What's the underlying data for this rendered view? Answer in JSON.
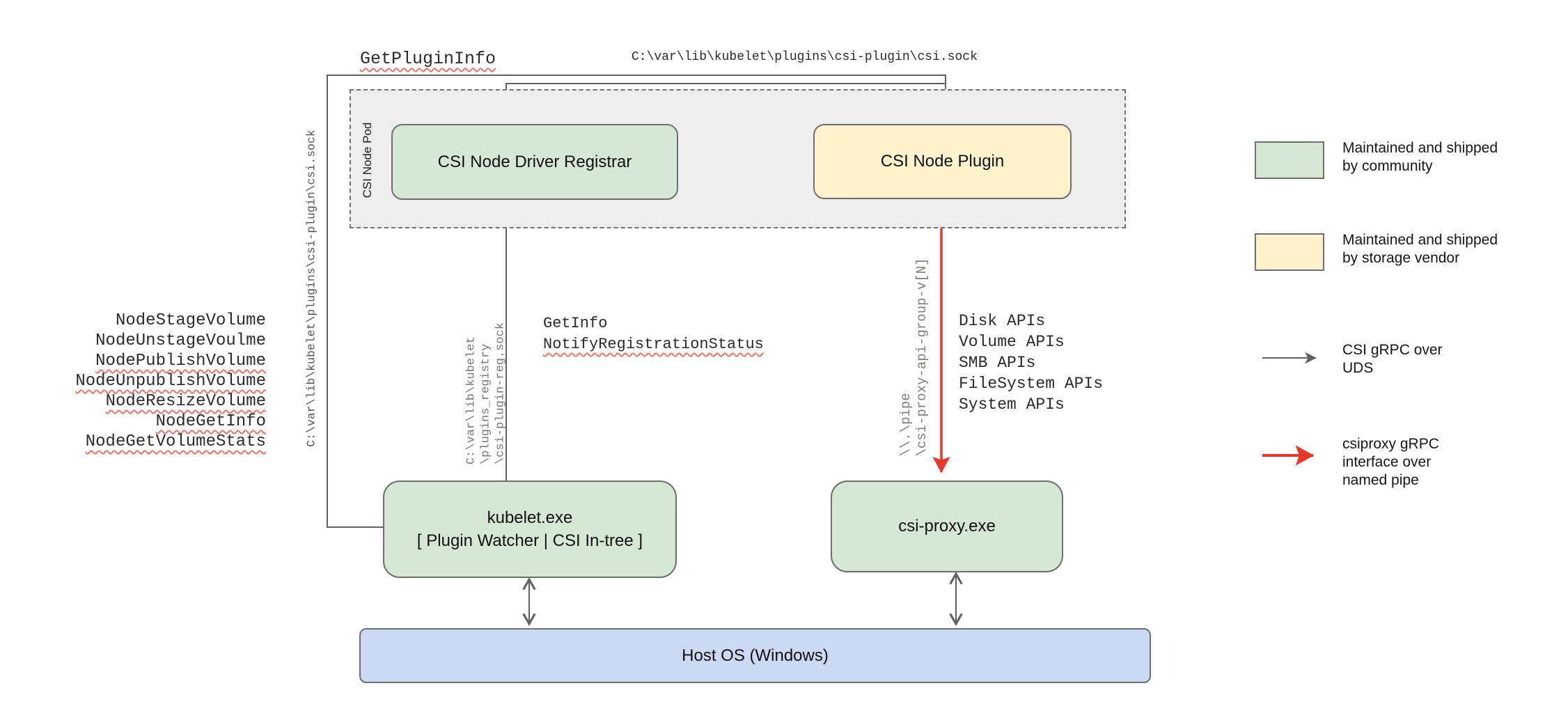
{
  "rpc_labels": {
    "get_plugin_info": {
      "text": "GetPluginInfo",
      "misspelled": true
    },
    "get_info": {
      "text": "GetInfo",
      "misspelled": false
    },
    "notify_registration_status": {
      "text": "NotifyRegistrationStatus",
      "misspelled": true
    }
  },
  "paths": {
    "csi_socket_top": "C:\\var\\lib\\kubelet\\plugins\\csi-plugin\\csi.sock",
    "csi_socket_left": "C:\\var\\lib\\kubelet\\plugins\\csi-plugin\\csi.sock",
    "plugin_registry_socket": "C:\\var\\lib\\kubelet\n\\plugins_registry\n\\csi-plugin-reg.sock",
    "csi_proxy_named_pipe": "\\\\.\\pipe\n\\csi-proxy-api-group-v[N]"
  },
  "node_rpc_list": {
    "items": [
      {
        "label": "NodeStageVolume",
        "misspelled": false
      },
      {
        "label": "NodeUnstageVoulme",
        "misspelled": false
      },
      {
        "label": "NodePublishVolume",
        "misspelled": true
      },
      {
        "label": "NodeUnpublishVolume",
        "misspelled": true
      },
      {
        "label": "NodeResizeVolume",
        "misspelled": true
      },
      {
        "label": "NodeGetInfo",
        "misspelled": true
      },
      {
        "label": "NodeGetVolumeStats",
        "misspelled": true
      }
    ]
  },
  "api_groups": {
    "items": [
      {
        "label": "Disk APIs"
      },
      {
        "label": "Volume APIs"
      },
      {
        "label": "SMB APIs"
      },
      {
        "label": "FileSystem APIs"
      },
      {
        "label": "System APIs"
      }
    ]
  },
  "pod": {
    "label": "CSI Node Pod"
  },
  "nodes": {
    "registrar": {
      "label": "CSI Node Driver Registrar"
    },
    "plugin": {
      "label": "CSI Node Plugin"
    },
    "kubelet": {
      "line1": "kubelet.exe",
      "line2": "[ Plugin Watcher | CSI In-tree ]"
    },
    "csi_proxy": {
      "label": "csi-proxy.exe"
    },
    "host_os": {
      "label": "Host OS (Windows)"
    }
  },
  "legend": {
    "items": [
      {
        "swatch": "community-green",
        "label": "Maintained and shipped\nby community"
      },
      {
        "swatch": "vendor-yellow",
        "label": "Maintained and shipped\nby storage vendor"
      },
      {
        "arrow": "gray",
        "label": "CSI gRPC over\nUDS"
      },
      {
        "arrow": "red",
        "label": "csiproxy gRPC\ninterface over\nnamed pipe"
      }
    ]
  },
  "colors": {
    "community_green": "#d5e8d4",
    "vendor_yellow": "#fff2cc",
    "host_blue": "#ccd9f2",
    "pod_gray": "#ededed",
    "connector_gray": "#616161",
    "connector_red": "#e8382a",
    "squiggle_red": "#e8756b"
  }
}
